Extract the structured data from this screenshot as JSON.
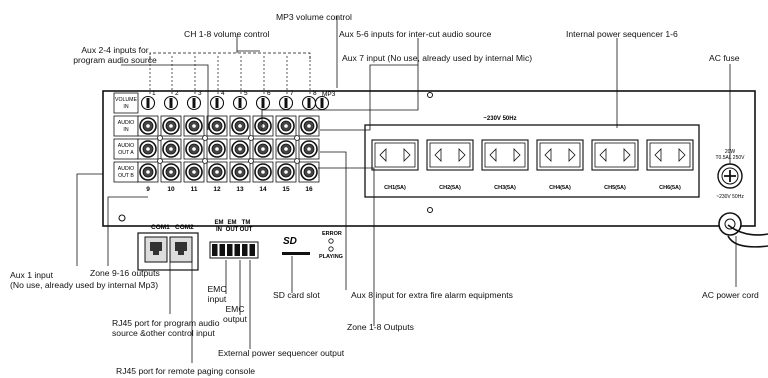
{
  "callouts": {
    "mp3_volume": "MP3 volume control",
    "aux2_4": [
      "Aux 2-4 inputs for",
      "program audio source"
    ],
    "ch_volume": "CH 1-8 volume control",
    "aux5_6": "Aux 5-6 inputs for inter-cut audio source",
    "aux7": "Aux 7 input (No use, already used by internal Mic)",
    "power_seq": "Internal power sequencer 1-6",
    "ac_fuse": "AC fuse",
    "aux1": [
      "Aux 1 input",
      "(No use, already used by internal Mp3)"
    ],
    "zone9_16": "Zone 9-16 outputs",
    "rj45_program": [
      "RJ45 port for program audio",
      "source &other control input"
    ],
    "rj45_paging": "RJ45 port for remote paging console",
    "emc_input": [
      "EMC",
      "input"
    ],
    "emc_output": [
      "EMC",
      "output"
    ],
    "ext_seq": "External power sequencer output",
    "sd_slot": "SD card slot",
    "aux8": "Aux 8 input for extra fire alarm equipments",
    "zone1_8": "Zone 1-8 Outputs",
    "ac_cord": "AC power cord"
  },
  "panel": {
    "row_labels": [
      [
        "VOLUME",
        "IN"
      ],
      [
        "AUDIO",
        "IN"
      ],
      [
        "AUDIO",
        "OUT A"
      ],
      [
        "AUDIO",
        "OUT B"
      ]
    ],
    "channel_numbers": [
      "1",
      "2",
      "3",
      "4",
      "5",
      "6",
      "7",
      "8"
    ],
    "mp3_label": "MP3",
    "zone_numbers": [
      "9",
      "10",
      "11",
      "12",
      "13",
      "14",
      "15",
      "16"
    ],
    "com_labels": [
      "COM1",
      "COM2"
    ],
    "emc_labels": [
      [
        "EM",
        "IN"
      ],
      [
        "EM",
        "OUT"
      ],
      [
        "TM",
        "OUT"
      ]
    ],
    "sd_logo": "SD",
    "error": "ERROR",
    "playing": "PLAYING",
    "voltage_top": "~230V 50Hz",
    "outlets": [
      "CH1(5A)",
      "CH2(5A)",
      "CH3(5A)",
      "CH4(5A)",
      "CH5(5A)",
      "CH6(5A)"
    ],
    "fuse_rating": [
      "20W",
      "T0.5AL 250V"
    ],
    "voltage_bottom": "~230V 50Hz"
  }
}
